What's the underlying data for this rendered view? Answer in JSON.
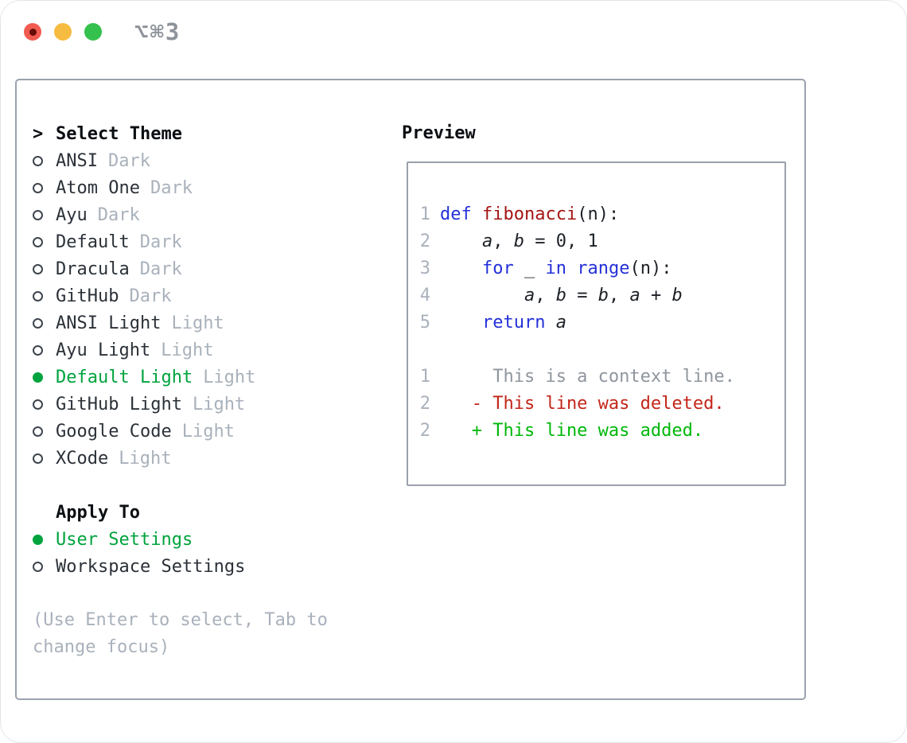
{
  "window": {
    "shortcut_label": "⌥⌘3",
    "traffic_lights": [
      {
        "name": "close",
        "color": "#f15b51",
        "dot_color": "#650c05"
      },
      {
        "name": "minimize",
        "color": "#f6bb41"
      },
      {
        "name": "zoom",
        "color": "#35c14e"
      }
    ]
  },
  "theme_selector": {
    "cursor": ">",
    "title": "Select Theme",
    "items": [
      {
        "name": "ANSI",
        "tag": "Dark",
        "selected": false
      },
      {
        "name": "Atom One",
        "tag": "Dark",
        "selected": false
      },
      {
        "name": "Ayu",
        "tag": "Dark",
        "selected": false
      },
      {
        "name": "Default",
        "tag": "Dark",
        "selected": false
      },
      {
        "name": "Dracula",
        "tag": "Dark",
        "selected": false
      },
      {
        "name": "GitHub",
        "tag": "Dark",
        "selected": false
      },
      {
        "name": "ANSI Light",
        "tag": "Light",
        "selected": false
      },
      {
        "name": "Ayu Light",
        "tag": "Light",
        "selected": false
      },
      {
        "name": "Default Light",
        "tag": "Light",
        "selected": true
      },
      {
        "name": "GitHub Light",
        "tag": "Light",
        "selected": false
      },
      {
        "name": "Google Code",
        "tag": "Light",
        "selected": false
      },
      {
        "name": "XCode",
        "tag": "Light",
        "selected": false
      }
    ],
    "apply_to": {
      "title": "Apply To",
      "options": [
        {
          "label": "User Settings",
          "selected": true
        },
        {
          "label": "Workspace Settings",
          "selected": false
        }
      ]
    },
    "hint_lines": [
      "(Use Enter to select, Tab to",
      "change focus)"
    ]
  },
  "preview": {
    "title": "Preview",
    "code_lines": [
      {
        "num": "1",
        "kind": "code",
        "segments": [
          {
            "text": "def",
            "style": "kw"
          },
          {
            "text": " ",
            "style": "plain"
          },
          {
            "text": "fibonacci",
            "style": "fn"
          },
          {
            "text": "(n):",
            "style": "plain"
          }
        ]
      },
      {
        "num": "2",
        "kind": "code",
        "segments": [
          {
            "text": "    ",
            "style": "plain"
          },
          {
            "text": "a",
            "style": "var"
          },
          {
            "text": ", ",
            "style": "plain"
          },
          {
            "text": "b",
            "style": "var"
          },
          {
            "text": " = 0, 1",
            "style": "plain"
          }
        ]
      },
      {
        "num": "3",
        "kind": "code",
        "segments": [
          {
            "text": "    ",
            "style": "plain"
          },
          {
            "text": "for",
            "style": "kw"
          },
          {
            "text": " _ ",
            "style": "plain"
          },
          {
            "text": "in",
            "style": "kw"
          },
          {
            "text": " ",
            "style": "plain"
          },
          {
            "text": "range",
            "style": "kw"
          },
          {
            "text": "(n):",
            "style": "plain"
          }
        ]
      },
      {
        "num": "4",
        "kind": "code",
        "segments": [
          {
            "text": "        ",
            "style": "plain"
          },
          {
            "text": "a",
            "style": "var"
          },
          {
            "text": ", ",
            "style": "plain"
          },
          {
            "text": "b",
            "style": "var"
          },
          {
            "text": " = ",
            "style": "plain"
          },
          {
            "text": "b",
            "style": "var"
          },
          {
            "text": ", ",
            "style": "plain"
          },
          {
            "text": "a",
            "style": "var"
          },
          {
            "text": " + ",
            "style": "plain"
          },
          {
            "text": "b",
            "style": "var"
          }
        ]
      },
      {
        "num": "5",
        "kind": "code",
        "segments": [
          {
            "text": "    ",
            "style": "plain"
          },
          {
            "text": "return",
            "style": "kw"
          },
          {
            "text": " ",
            "style": "plain"
          },
          {
            "text": "a",
            "style": "var"
          }
        ]
      },
      {
        "num": "",
        "kind": "blank",
        "segments": []
      },
      {
        "num": "1",
        "kind": "context",
        "segments": [
          {
            "text": "     This is a context line.",
            "style": "ctx"
          }
        ]
      },
      {
        "num": "2",
        "kind": "deleted",
        "segments": [
          {
            "text": "   - This line was deleted.",
            "style": "del"
          }
        ]
      },
      {
        "num": "2",
        "kind": "added",
        "segments": [
          {
            "text": "   + This line was added.",
            "style": "add"
          }
        ]
      }
    ]
  },
  "colors": {
    "accent_green": "#00a33d",
    "added_green": "#00b80a",
    "deleted_red": "#c3261a",
    "keyword_blue": "#2431d8",
    "function_red": "#a31515",
    "muted_gray": "#a9b1bb",
    "context_gray": "#8f969e",
    "text_dark": "#2b3138",
    "panel_border": "#9aa2ad",
    "box_border": "#9aa1ab",
    "close_red": "#f15b51",
    "close_dot": "#650c05",
    "minimize_yellow": "#f6bb41",
    "zoom_green": "#35c14e"
  }
}
